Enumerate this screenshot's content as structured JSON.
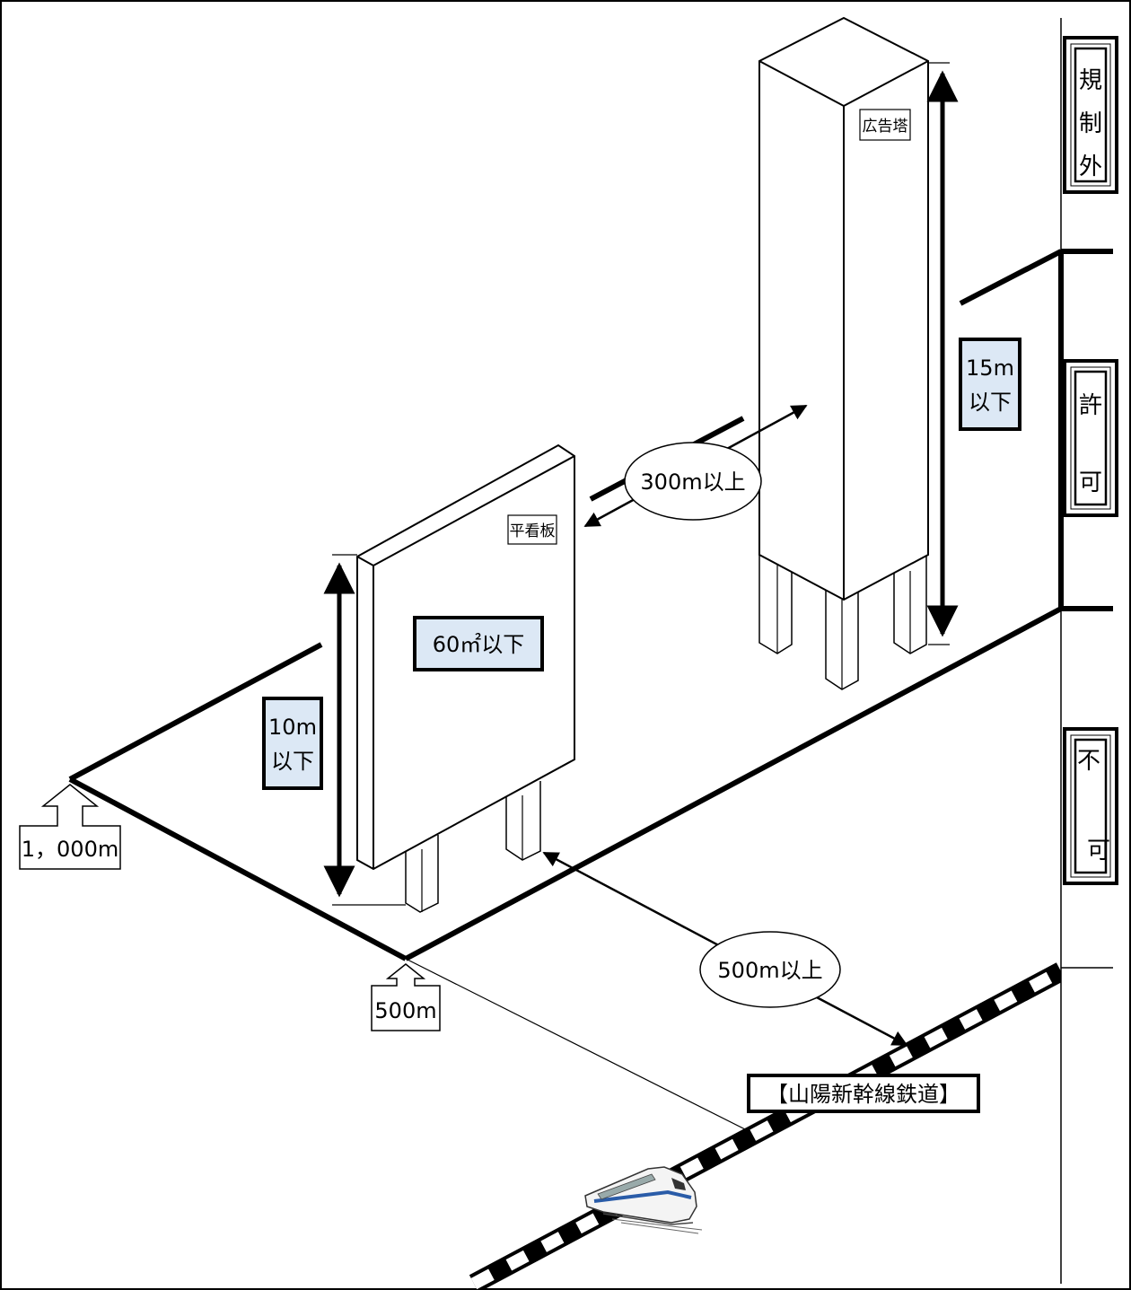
{
  "labels": {
    "tower": "広告塔",
    "billboard": "平看板",
    "area_limit": "60㎡以下",
    "height_10_line1": "10m",
    "height_10_line2": "以下",
    "height_15_line1": "15m",
    "height_15_line2": "以下",
    "spacing_300": "300m以上",
    "distance_500": "500m以上",
    "marker_1000": "1，000m",
    "marker_500": "500m",
    "railway": "【山陽新幹線鉄道】"
  },
  "zones": {
    "outside": [
      "規",
      "制",
      "外"
    ],
    "permit": [
      "許",
      "可"
    ],
    "prohibited": [
      "不",
      "可"
    ]
  },
  "colors": {
    "label_fill": "#dce8f5",
    "line": "#000000"
  }
}
